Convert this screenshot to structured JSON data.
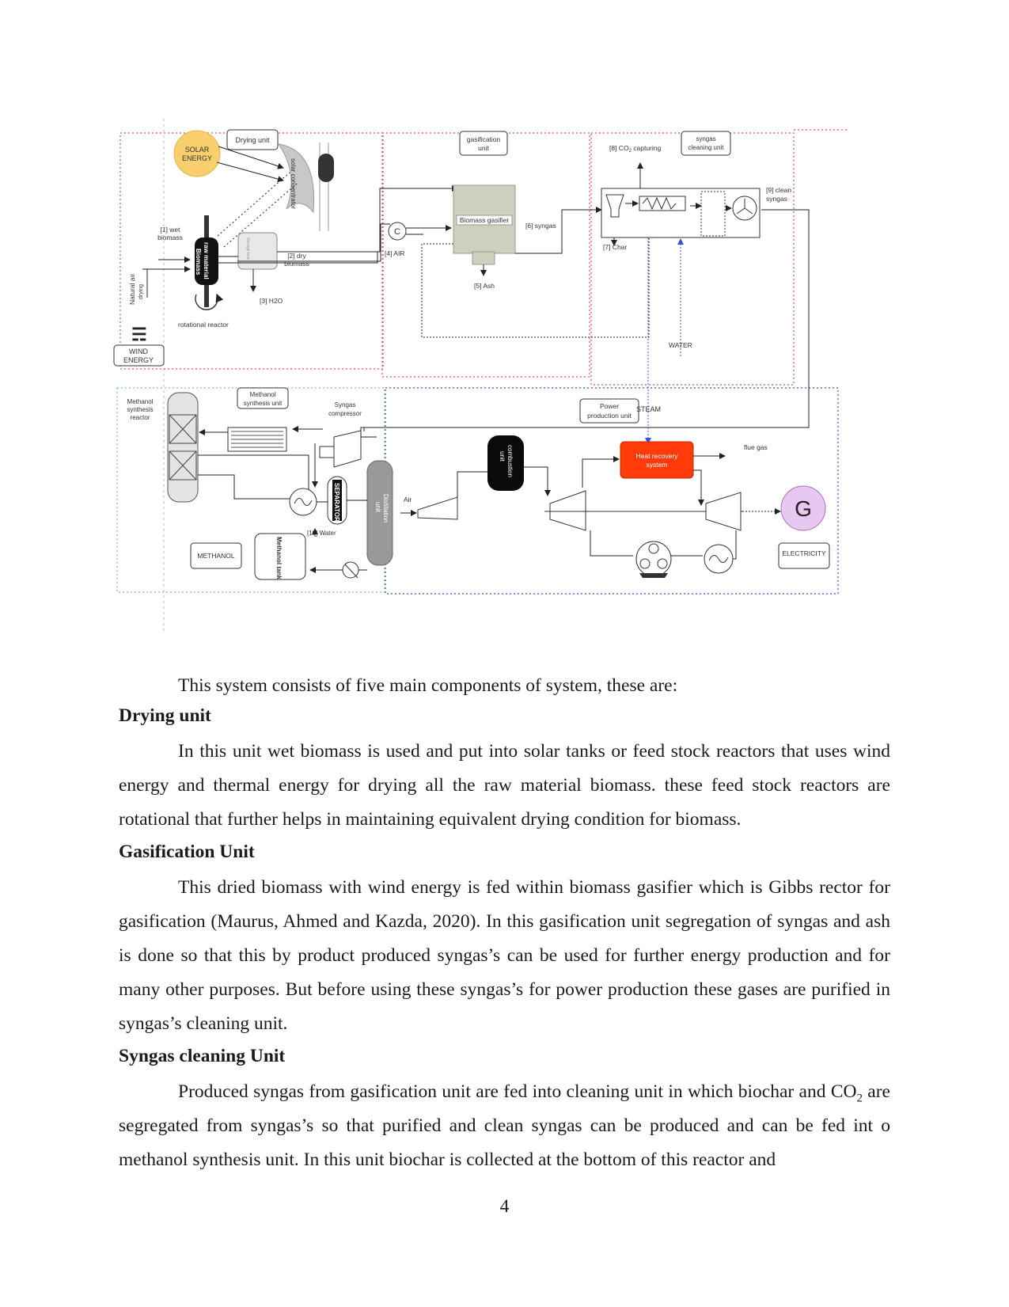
{
  "diagram": {
    "labels": {
      "solar_energy": [
        "SOLAR",
        "ENERGY"
      ],
      "drying_unit": "Drying unit",
      "solar_concentrator": "solar concentrator",
      "wet_biomass": [
        "[1] wet",
        "biomass"
      ],
      "raw_material": [
        "raw material",
        "Biomass"
      ],
      "storage_tank": "Storage tank",
      "dry_biomass": [
        "[2] dry",
        "biomass"
      ],
      "h2o": "[3] H2O",
      "natural_air": "Natural air",
      "drying": "drying",
      "rotational_reactor": "rotational  reactor",
      "wind_energy": [
        "WIND",
        "ENERGY"
      ],
      "gasification_unit": [
        "gasification",
        "unit"
      ],
      "compressor": "C",
      "air4": "[4] AIR",
      "biomass_gasifier": "Biomass gasifier",
      "syngas6": "[6] syngas",
      "ash5": "[5] Ash",
      "co2_capturing_prefix": "[8] CO",
      "co2_capturing_sub": "2",
      "co2_capturing_suffix": " capturing",
      "syngas_cleaning_unit": [
        "syngas",
        "cleaning  unit"
      ],
      "clean_syngas": [
        "[9] clean",
        "syngas"
      ],
      "char7": "[7] Char",
      "water": "WATER",
      "methanol_synthesis_reactor": [
        "Methanol",
        "synthesis",
        "reactor"
      ],
      "methanol_synthesis_unit": [
        "Methanol",
        "synthesis  unit"
      ],
      "syngas_compressor": [
        "Syngas",
        "compressor"
      ],
      "power_production_unit": [
        "Power",
        "production  unit"
      ],
      "steam": "STEAM",
      "heat_recovery": [
        "Heat recovery",
        "system"
      ],
      "flue_gas": "flue gas",
      "combustion_unit": [
        "combustion",
        "unit"
      ],
      "separator": "SEPARATOR",
      "distillation_unit": [
        "Distillation",
        "unit"
      ],
      "air": "Air",
      "water10": "[10] Water",
      "methanol": "METHANOL",
      "methanol_tank": "Methanol tank",
      "generator": "G",
      "electricity": "ELECTRICITY"
    }
  },
  "text": {
    "intro": "This system consists of five main components of system, these are:",
    "sections": [
      {
        "heading": "Drying unit",
        "body": "In this unit wet biomass is used and put into solar tanks or feed stock reactors that uses wind energy and thermal energy for drying all the raw material biomass. these feed stock reactors are rotational that further helps in maintaining equivalent drying condition for biomass."
      },
      {
        "heading": "Gasification Unit",
        "body": "This dried biomass with wind energy is fed within biomass gasifier which is Gibbs rector for gasification (Maurus, Ahmed and Kazda, 2020). In this gasification unit segregation of syngas and ash is done so that this by product produced syngas’s can be used for further energy production and for many other purposes. But before using these syngas’s for power production these gases are purified in syngas’s cleaning unit."
      },
      {
        "heading": "Syngas cleaning Unit",
        "body_pre": "Produced syngas from gasification unit are fed into cleaning unit in which biochar and CO",
        "body_sub": "2",
        "body_post": " are segregated from syngas’s so that purified and clean syngas can be produced and can be fed int o methanol synthesis unit. In this unit biochar is collected at the bottom of this reactor and"
      }
    ],
    "page_number": "4"
  }
}
